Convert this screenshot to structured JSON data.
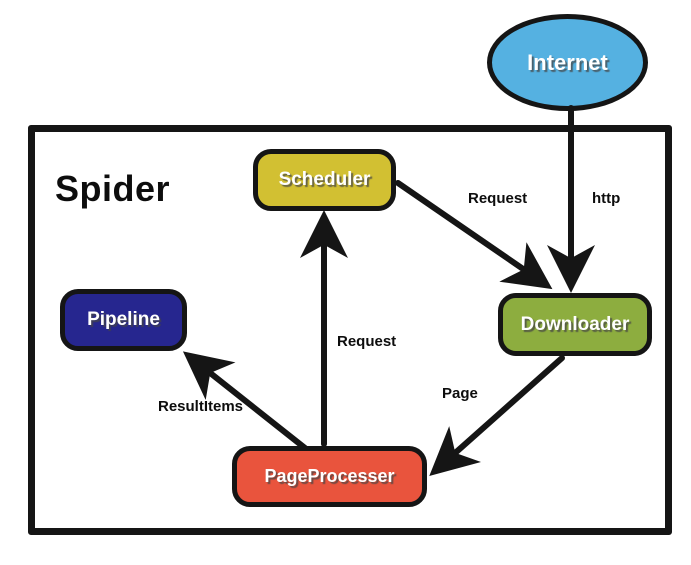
{
  "diagram": {
    "container_label": "Spider",
    "background_color": "#ffffff",
    "stroke_color": "#151515"
  },
  "nodes": {
    "internet": {
      "label": "Internet",
      "shape": "ellipse",
      "color": "#55b1e1"
    },
    "scheduler": {
      "label": "Scheduler",
      "shape": "rounded-rect",
      "color": "#d2c032"
    },
    "downloader": {
      "label": "Downloader",
      "shape": "rounded-rect",
      "color": "#8dad3f"
    },
    "pipeline": {
      "label": "Pipeline",
      "shape": "rounded-rect",
      "color": "#26268f"
    },
    "pageprocessor": {
      "label": "PageProcesser",
      "shape": "rounded-rect",
      "color": "#e9543d"
    }
  },
  "edges": {
    "internet_to_downloader": {
      "label": "http",
      "from": "internet",
      "to": "downloader"
    },
    "scheduler_to_downloader": {
      "label": "Request",
      "from": "scheduler",
      "to": "downloader"
    },
    "pageprocessor_to_scheduler": {
      "label": "Request",
      "from": "pageprocessor",
      "to": "scheduler"
    },
    "downloader_to_pageprocessor": {
      "label": "Page",
      "from": "downloader",
      "to": "pageprocessor"
    },
    "pageprocessor_to_pipeline": {
      "label": "ResultItems",
      "from": "pageprocessor",
      "to": "pipeline"
    }
  }
}
